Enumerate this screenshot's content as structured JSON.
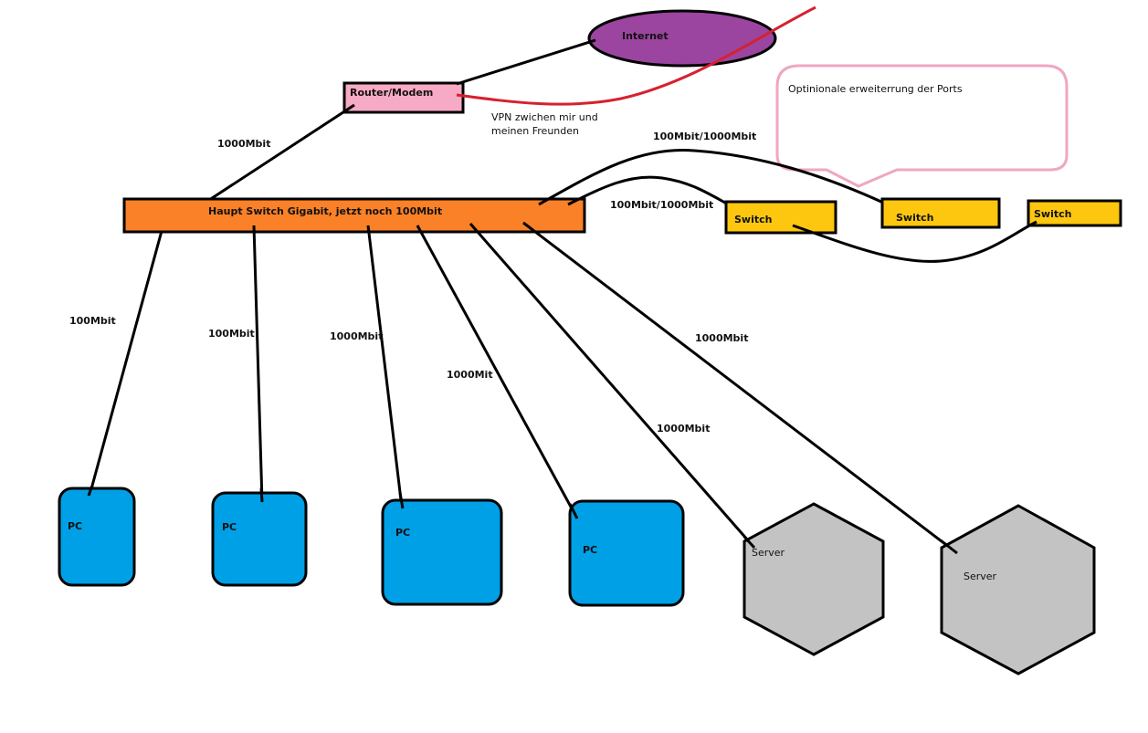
{
  "colors": {
    "internet": "#9B45A0",
    "router": "#F7AAC5",
    "main_switch": "#FA8128",
    "switch": "#FDC70F",
    "pc": "#00A0E6",
    "server": "#C3C3C3",
    "vpn_line": "#D6212F",
    "callout_border": "#EFA6C3",
    "line": "#000000"
  },
  "nodes": {
    "internet": "Internet",
    "router": "Router/Modem",
    "main_switch": "Haupt Switch Gigabit, jetzt noch 100Mbit",
    "switches": [
      "Switch",
      "Switch",
      "Switch"
    ],
    "pcs": [
      "PC",
      "PC",
      "PC",
      "PC"
    ],
    "servers": [
      "Server",
      "Server"
    ]
  },
  "annotations": {
    "vpn_line1": "VPN zwichen mir und",
    "vpn_line2": "meinen Freunden",
    "callout": "Optinionale erweiterrung der Ports"
  },
  "link_labels": {
    "router_main": "1000Mbit",
    "main_switch_upper": "100Mbit/1000Mbit",
    "main_switch_lower": "100Mbit/1000Mbit",
    "pc1": "100Mbit",
    "pc2": "100Mbit",
    "pc3": "1000Mbit",
    "pc4": "1000Mit",
    "server1": "1000Mbit",
    "server2": "1000Mbit"
  }
}
